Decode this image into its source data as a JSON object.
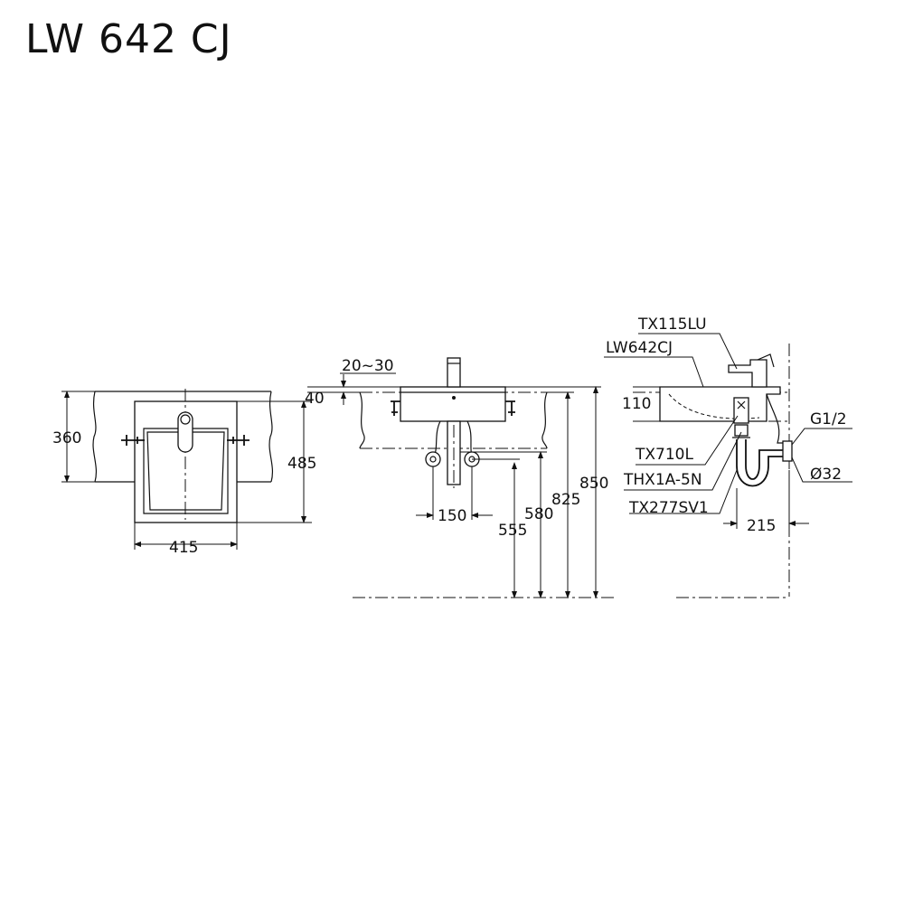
{
  "title": "LW 642 CJ",
  "front_view": {
    "depth_inner": "360",
    "depth_outer": "485",
    "width": "415"
  },
  "side_view": {
    "wall_gap": "20~30",
    "rim": "40",
    "supply_spacing": "150",
    "height_555": "555",
    "height_580": "580",
    "height_825": "825",
    "height_850": "850"
  },
  "section_view": {
    "faucet_model": "TX115LU",
    "basin_model": "LW642CJ",
    "basin_height": "110",
    "waste_model": "TX710L",
    "valve_model": "THX1A-5N",
    "trap_model": "TX277SV1",
    "supply_thread": "G1/2",
    "drain_diameter": "Ø32",
    "wall_offset": "215"
  }
}
